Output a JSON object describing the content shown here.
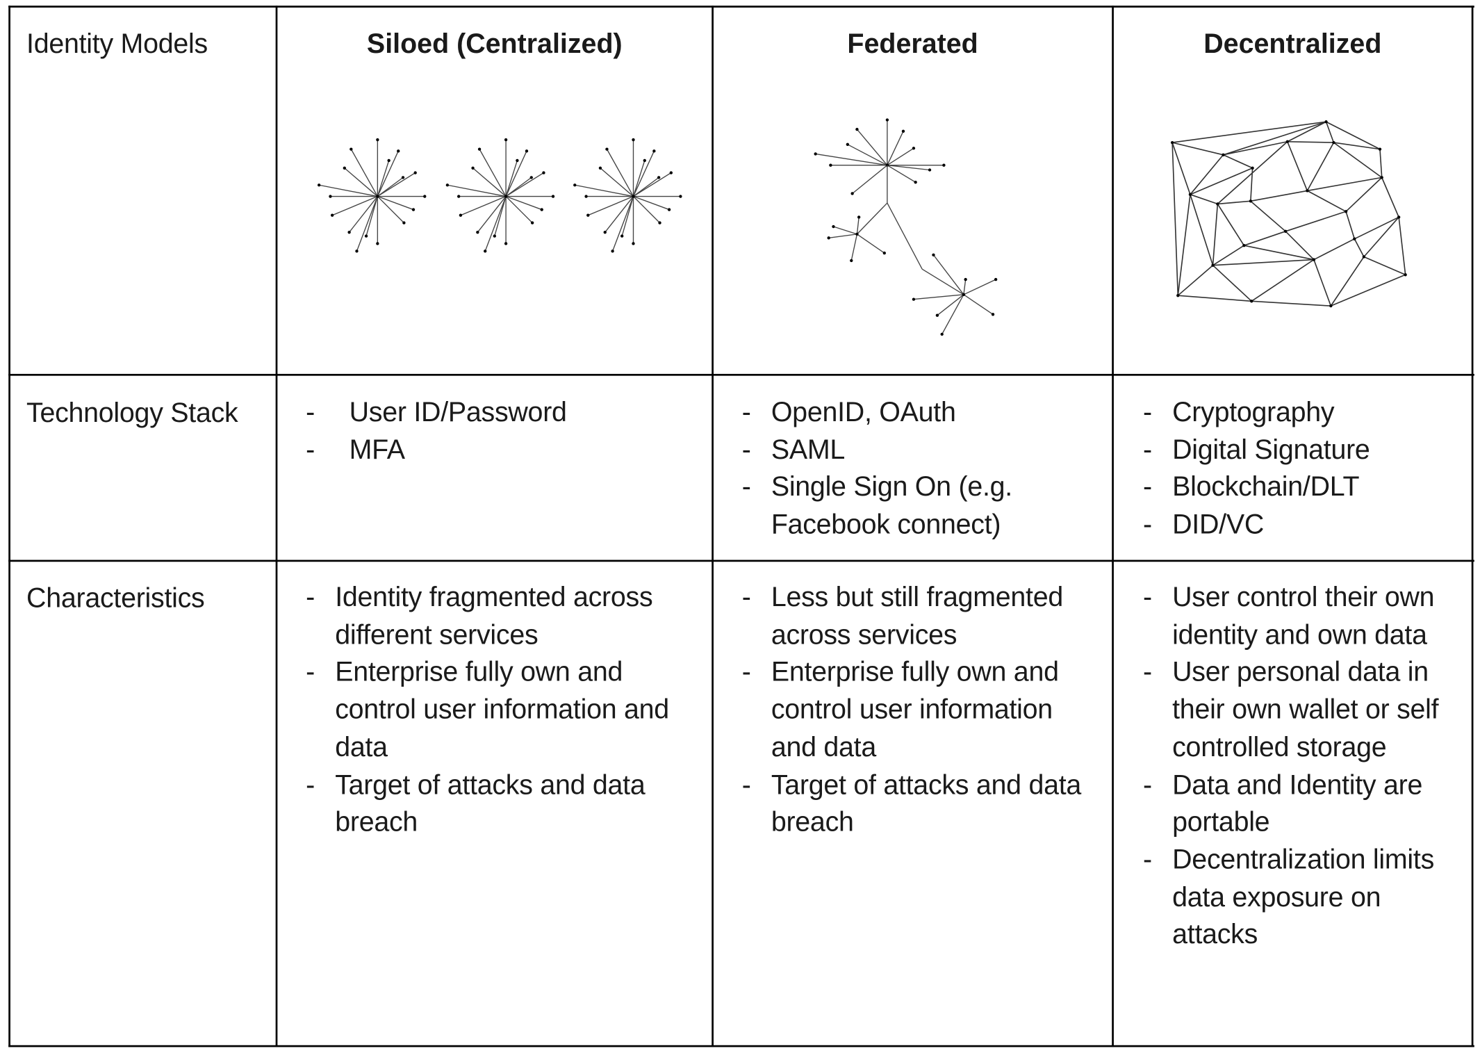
{
  "table": {
    "row_labels": {
      "models": "Identity Models",
      "tech": "Technology Stack",
      "characteristics": "Characteristics"
    },
    "columns": [
      {
        "title": "Siloed (Centralized)",
        "diagram_icon": "three-isolated-star-networks",
        "tech": [
          "User ID/Password",
          "MFA"
        ],
        "characteristics": [
          "Identity fragmented across different services",
          "Enterprise fully own and control user information and data",
          "Target of attacks and data breach"
        ]
      },
      {
        "title": "Federated",
        "diagram_icon": "connected-hub-networks",
        "tech": [
          "OpenID, OAuth",
          "SAML",
          "Single Sign On (e.g. Facebook connect)"
        ],
        "characteristics": [
          "Less but still fragmented across services",
          "Enterprise fully own and control user information and data",
          "Target of attacks and data breach"
        ]
      },
      {
        "title": "Decentralized",
        "diagram_icon": "mesh-network",
        "tech": [
          "Cryptography",
          "Digital Signature",
          "Blockchain/DLT",
          "DID/VC"
        ],
        "characteristics": [
          "User control their own identity and own data",
          "User personal data in their own wallet or self controlled storage",
          "Data and Identity are portable",
          "Decentralization limits data exposure on attacks"
        ]
      }
    ],
    "bullet": "-"
  }
}
